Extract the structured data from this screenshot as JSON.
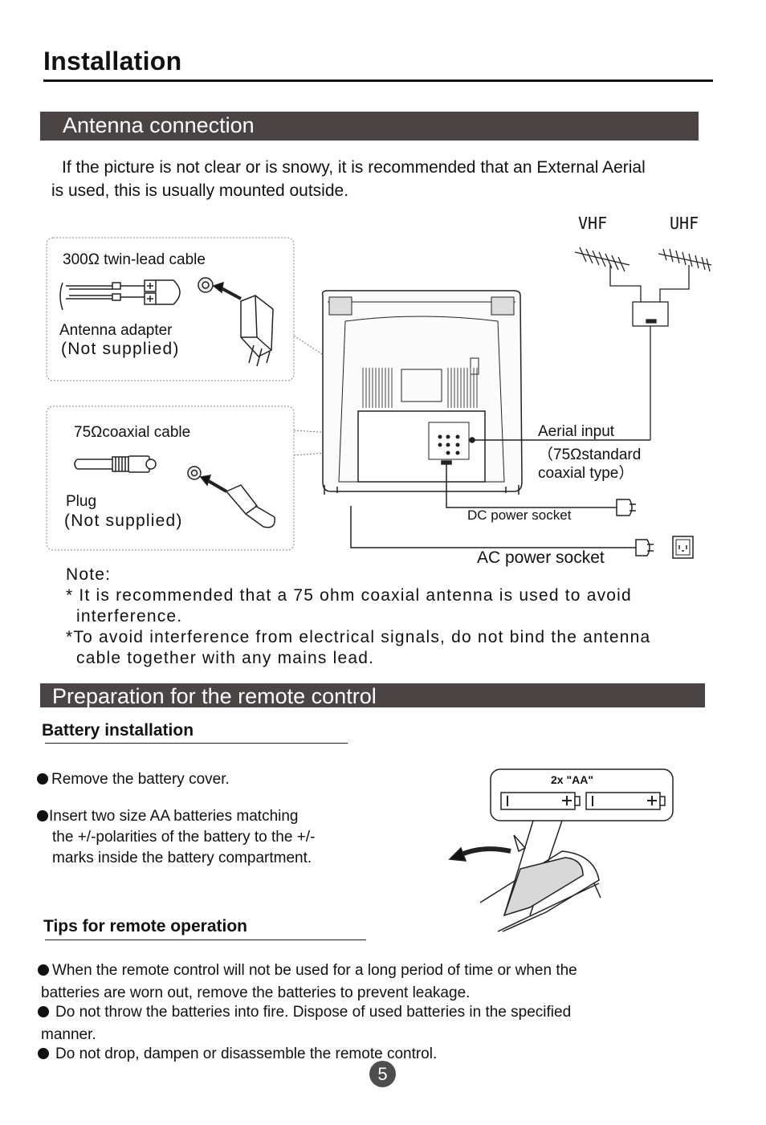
{
  "page": {
    "title": "Installation",
    "page_number": "5"
  },
  "antenna": {
    "heading": "Antenna connection",
    "intro_line1": "If the picture is not clear or is snowy, it is recommended that an External Aerial",
    "intro_line2": "is used, this is usually mounted outside.",
    "twin_lead_label": "300Ω twin-lead cable",
    "adapter_label": "Antenna adapter",
    "adapter_not_supplied": "(Not supplied)",
    "coax_label": "75Ωcoaxial cable",
    "plug_label": "Plug",
    "plug_not_supplied": "(Not supplied)",
    "vhf_label": "VHF",
    "uhf_label": "UHF",
    "aerial_input_line1": "Aerial input",
    "aerial_input_line2": "（75Ωstandard",
    "aerial_input_line3": "coaxial type）",
    "dc_power_label": "DC power socket",
    "ac_power_label": "AC power socket",
    "note_title": "Note:",
    "note1_line1": "* It is recommended that a 75 ohm coaxial antenna is used to avoid",
    "note1_line2": "interference.",
    "note2_line1": "*To avoid interference from electrical signals, do not bind the antenna",
    "note2_line2": "cable together with any mains lead."
  },
  "remote": {
    "heading": "Preparation for the remote control",
    "battery_heading": "Battery installation",
    "battery_step1": "Remove the battery cover.",
    "battery_step2_line1": "Insert two size AA batteries matching",
    "battery_step2_line2": "the +/-polarities of the battery to the +/-",
    "battery_step2_line3": "marks inside the battery compartment.",
    "battery_callout": "2x \"AA\"",
    "tips_heading": "Tips for remote operation",
    "tip1_line1": "When the remote control will not be used for a long period of time or when the",
    "tip1_line2": "batteries are worn out, remove the batteries to prevent leakage.",
    "tip2_line1": "Do not throw the batteries into fire. Dispose of used batteries in the specified",
    "tip2_line2": "manner.",
    "tip3": "Do not drop, dampen or disassemble the remote control."
  }
}
